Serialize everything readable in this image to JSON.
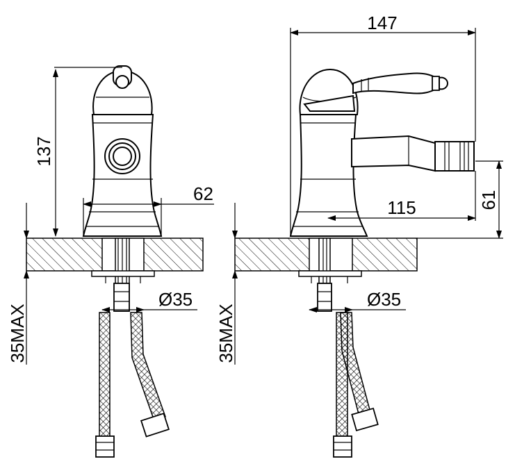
{
  "dimensions": {
    "front_height": "137",
    "front_width": "62",
    "front_hole": "Ø35",
    "front_thickness": "35MAX",
    "side_width": "147",
    "side_reach": "115",
    "side_spout_height": "61",
    "side_hole": "Ø35",
    "side_thickness": "35MAX"
  }
}
